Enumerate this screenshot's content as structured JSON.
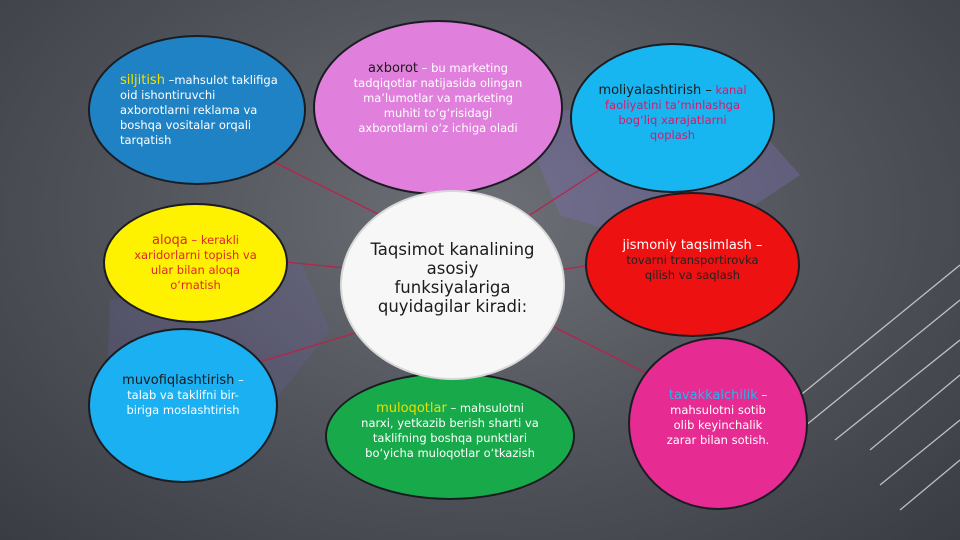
{
  "center": {
    "text": "Taqsimot kanalining asosiy funksiyalariga quyidagilar kiradi:"
  },
  "nodes": {
    "siljitish": {
      "term": "siljitish",
      "desc": " –mahsulot taklifiga oid ishontiruvchi axborotlarni reklama va boshqa vositalar orqali tarqatish"
    },
    "axborot": {
      "term": "axborot",
      "desc": " – bu marketing tadqiqotlar natijasida olingan ma’lumotlar va marketing muhiti to‘g‘risidagi axborotlarni o‘z ichiga oladi"
    },
    "moliyalashtirish": {
      "term": "moliyalashtirish –",
      "desc": " kanal faoliyatini ta’minlashga bog‘liq xarajatlarni qoplash"
    },
    "aloqa": {
      "term": "aloqa",
      "desc": " – kerakli xaridorlarni topish va ular bilan aloqa o‘rnatish"
    },
    "jismoniy": {
      "term": "jismoniy taqsimlash –",
      "desc": " tovarni transportirovka qilish va saqlash"
    },
    "muvofiqlashtirish": {
      "term": "muvofiqlashtirish",
      "desc": " – talab va taklifni bir-biriga moslashtirish"
    },
    "muloqotlar": {
      "term": "muloqotlar",
      "desc": " – mahsulotni narxi, yetkazib berish sharti va taklifning boshqa punktlari bo‘yicha muloqotlar o‘tkazish"
    },
    "tavakkalchilik": {
      "term": "tavakkalchilik",
      "desc": " – mahsulotni sotib olib keyinchalik zarar bilan sotish."
    }
  },
  "colors": {
    "siljitish_bg": "#1f82c4",
    "axborot_bg": "#e07fdc",
    "moliyalashtirish_bg": "#18b6f0",
    "aloqa_bg": "#fff200",
    "jismoniy_bg": "#ee1111",
    "muvofiqlashtirish_bg": "#1ab0f2",
    "muloqotlar_bg": "#18aa4a",
    "tavakkalchilik_bg": "#e62b92",
    "connector": "#b8234a",
    "center_bg": "#f7f7f7"
  }
}
